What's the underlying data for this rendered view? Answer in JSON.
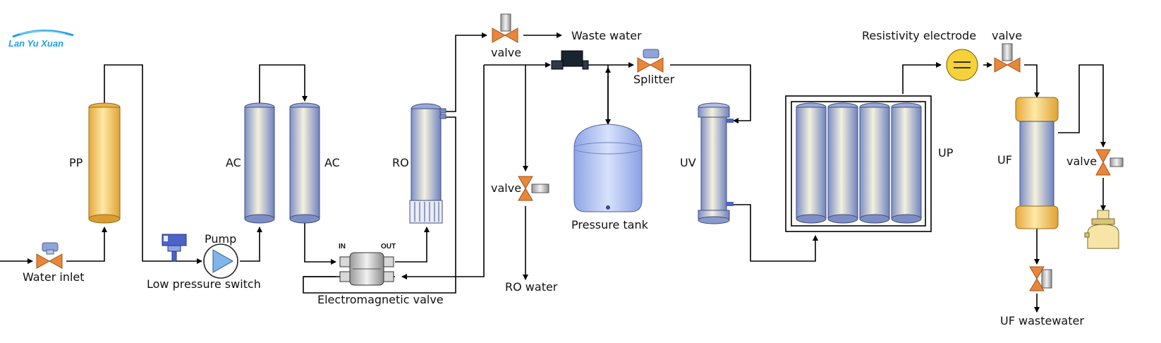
{
  "logo": {
    "text": "Lan Yu Xuan"
  },
  "labels": {
    "water_inlet": "Water inlet",
    "pp": "PP",
    "ac1": "AC",
    "ac2": "AC",
    "ro": "RO",
    "low_pressure_switch": "Low pressure switch",
    "pump": "Pump",
    "in": "IN",
    "out": "OUT",
    "electromagnetic_valve": "Electromagnetic valve",
    "valve_waste": "valve",
    "waste_water": "Waste water",
    "valve_ro": "valve",
    "ro_water": "RO water",
    "pressure_tank": "Pressure tank",
    "splitter": "Splitter",
    "uv": "UV",
    "up": "UP",
    "resistivity_electrode": "Resistivity electrode",
    "valve_top": "valve",
    "uf": "UF",
    "valve_right": "valve",
    "uf_wastewater": "UF wastewater"
  },
  "colors": {
    "pp_cartridge": "#f7c85c",
    "membrane_blue": "#b7c6ee",
    "valve_orange": "#e8873a",
    "electrode_yellow": "#f6d23a",
    "logo_blue": "#1f9fe6"
  }
}
